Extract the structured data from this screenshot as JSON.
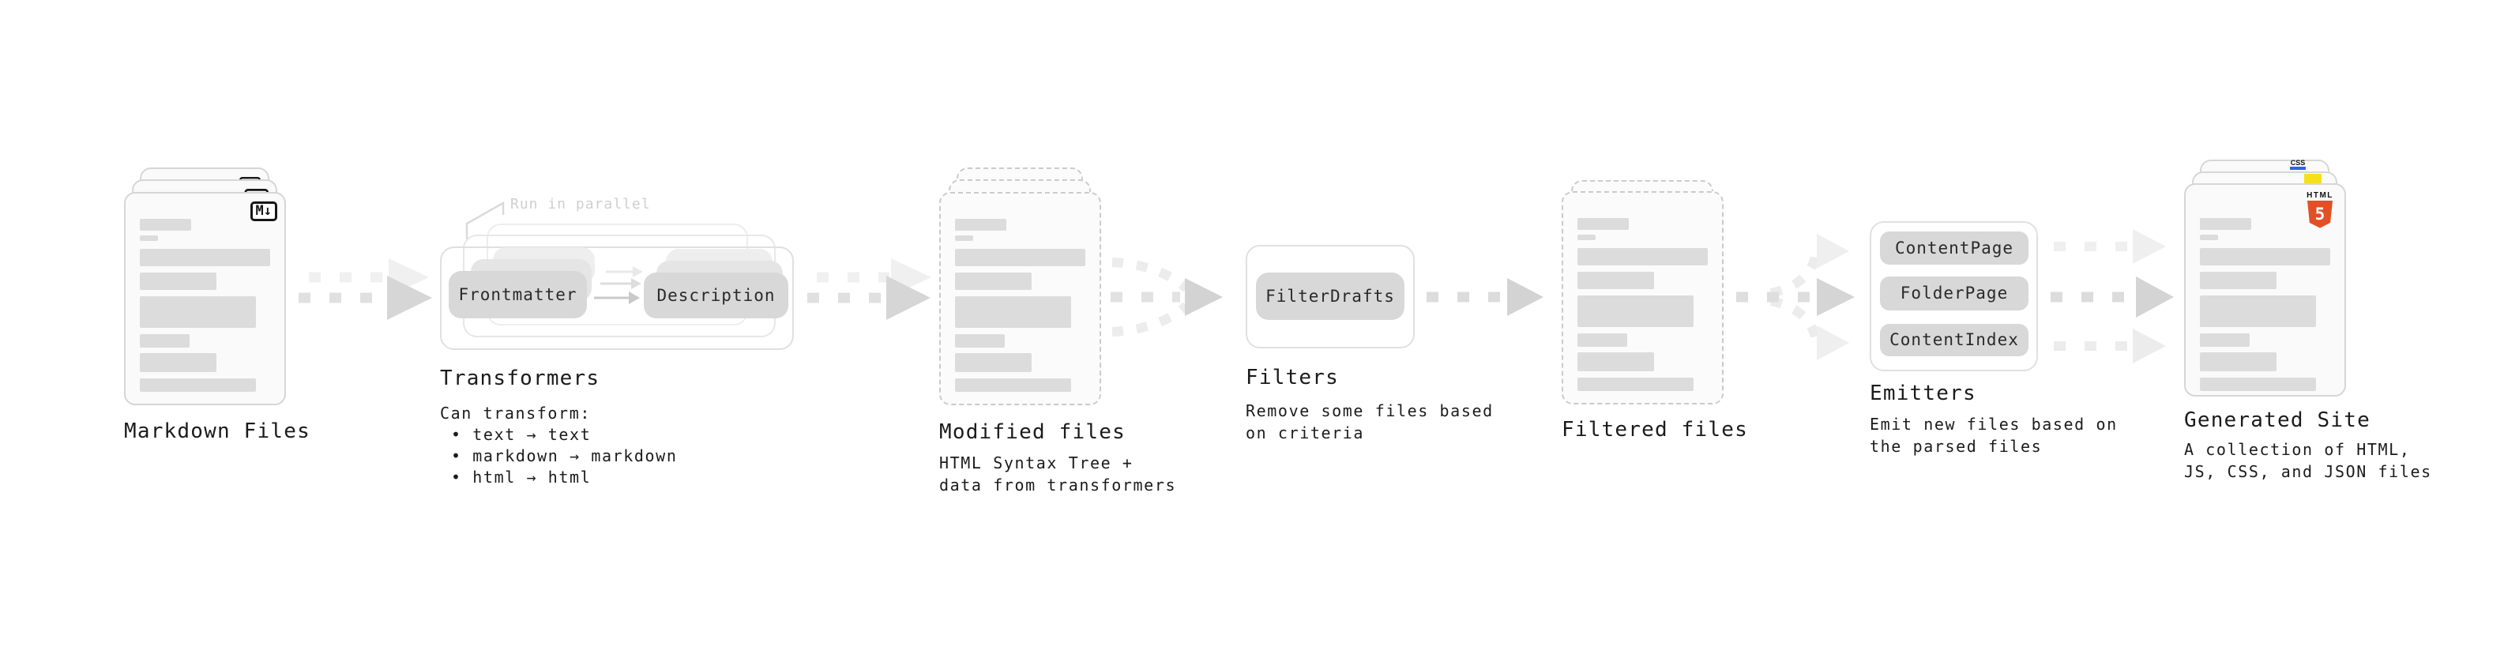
{
  "stages": {
    "markdown_files": {
      "label": "Markdown Files",
      "file_icon": "M↓"
    },
    "transformers": {
      "label": "Transformers",
      "annotation": "Run in parallel",
      "input_pill": "Frontmatter",
      "output_pill": "Description",
      "description_heading": "Can transform:",
      "bullets": [
        "• text → text",
        "• markdown → markdown",
        "• html → html"
      ]
    },
    "modified_files": {
      "label": "Modified files",
      "description_line1": "HTML Syntax Tree +",
      "description_line2": "data from transformers"
    },
    "filters": {
      "label": "Filters",
      "pill": "FilterDrafts",
      "description_line1": "Remove some files based",
      "description_line2": "on criteria"
    },
    "filtered_files": {
      "label": "Filtered files"
    },
    "emitters": {
      "label": "Emitters",
      "pills": [
        "ContentPage",
        "FolderPage",
        "ContentIndex"
      ],
      "description_line1": "Emit new files based on",
      "description_line2": "the parsed files"
    },
    "generated_site": {
      "label": "Generated Site",
      "description_line1": "A collection of HTML,",
      "description_line2": "JS, CSS, and JSON files",
      "html5_badge_word": "HTML",
      "html5_badge_number": "5",
      "css_badge_word": "CSS"
    }
  },
  "colors": {
    "html5_orange": "#e34f26",
    "js_yellow": "#f7df1e",
    "css_blue": "#2962f3",
    "placeholder_bar": "#dcdcdc",
    "pill_gray": "#d8d8d8",
    "arrow_gray": "#d5d5d5",
    "arrow_ghost_gray": "#efefef",
    "text": "#1b1b1b",
    "annotation_gray": "#cfcfcf"
  }
}
